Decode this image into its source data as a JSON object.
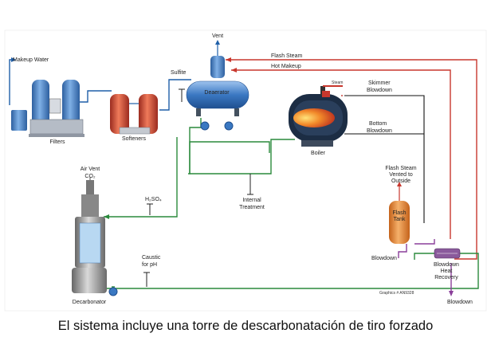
{
  "diagram": {
    "labels": {
      "vent": "Vent",
      "makeup_water": "Makeup Water",
      "filters": "Filters",
      "softeners": "Softeners",
      "sulfite": "Sulfite",
      "deaerator": "Deaerator",
      "flash_steam": "Flash Steam",
      "hot_makeup": "Hot Makeup",
      "steam": "Steam",
      "skimmer_blowdown_1": "Skimmer",
      "skimmer_blowdown_2": "Blowdown",
      "bottom_blowdown_1": "Bottom",
      "bottom_blowdown_2": "Blowdown",
      "boiler": "Boiler",
      "air_vent": "Air Vent",
      "co2": "CO₂",
      "h2so4": "H₂SO₄",
      "internal_treatment_1": "Internal",
      "internal_treatment_2": "Treatment",
      "flash_steam_vented_1": "Flash Steam",
      "flash_steam_vented_2": "Vented to",
      "flash_steam_vented_3": "Outside",
      "flash_tank_1": "Flash",
      "flash_tank_2": "Tank",
      "blowdown_left": "Blowdown",
      "heat_recovery_1": "Blowdown",
      "heat_recovery_2": "Heat",
      "heat_recovery_3": "Recovery",
      "blowdown_bottom": "Blowdown",
      "caustic_1": "Caustic",
      "caustic_2": "for pH",
      "decarbonator": "Decarbonator",
      "graphics_id": "Graphics # AN9328"
    },
    "colors": {
      "water_line": "#2a8a3c",
      "makeup_line": "#1f5fa8",
      "steam_line": "#c8372d",
      "blowdown_line": "#8a3f9a",
      "vessel_blue": "#3a78c2",
      "vessel_red": "#c9432f",
      "flash_tank": "#e8872c"
    }
  },
  "caption": "El sistema incluye una torre  de descarbonatación  de tiro forzado"
}
